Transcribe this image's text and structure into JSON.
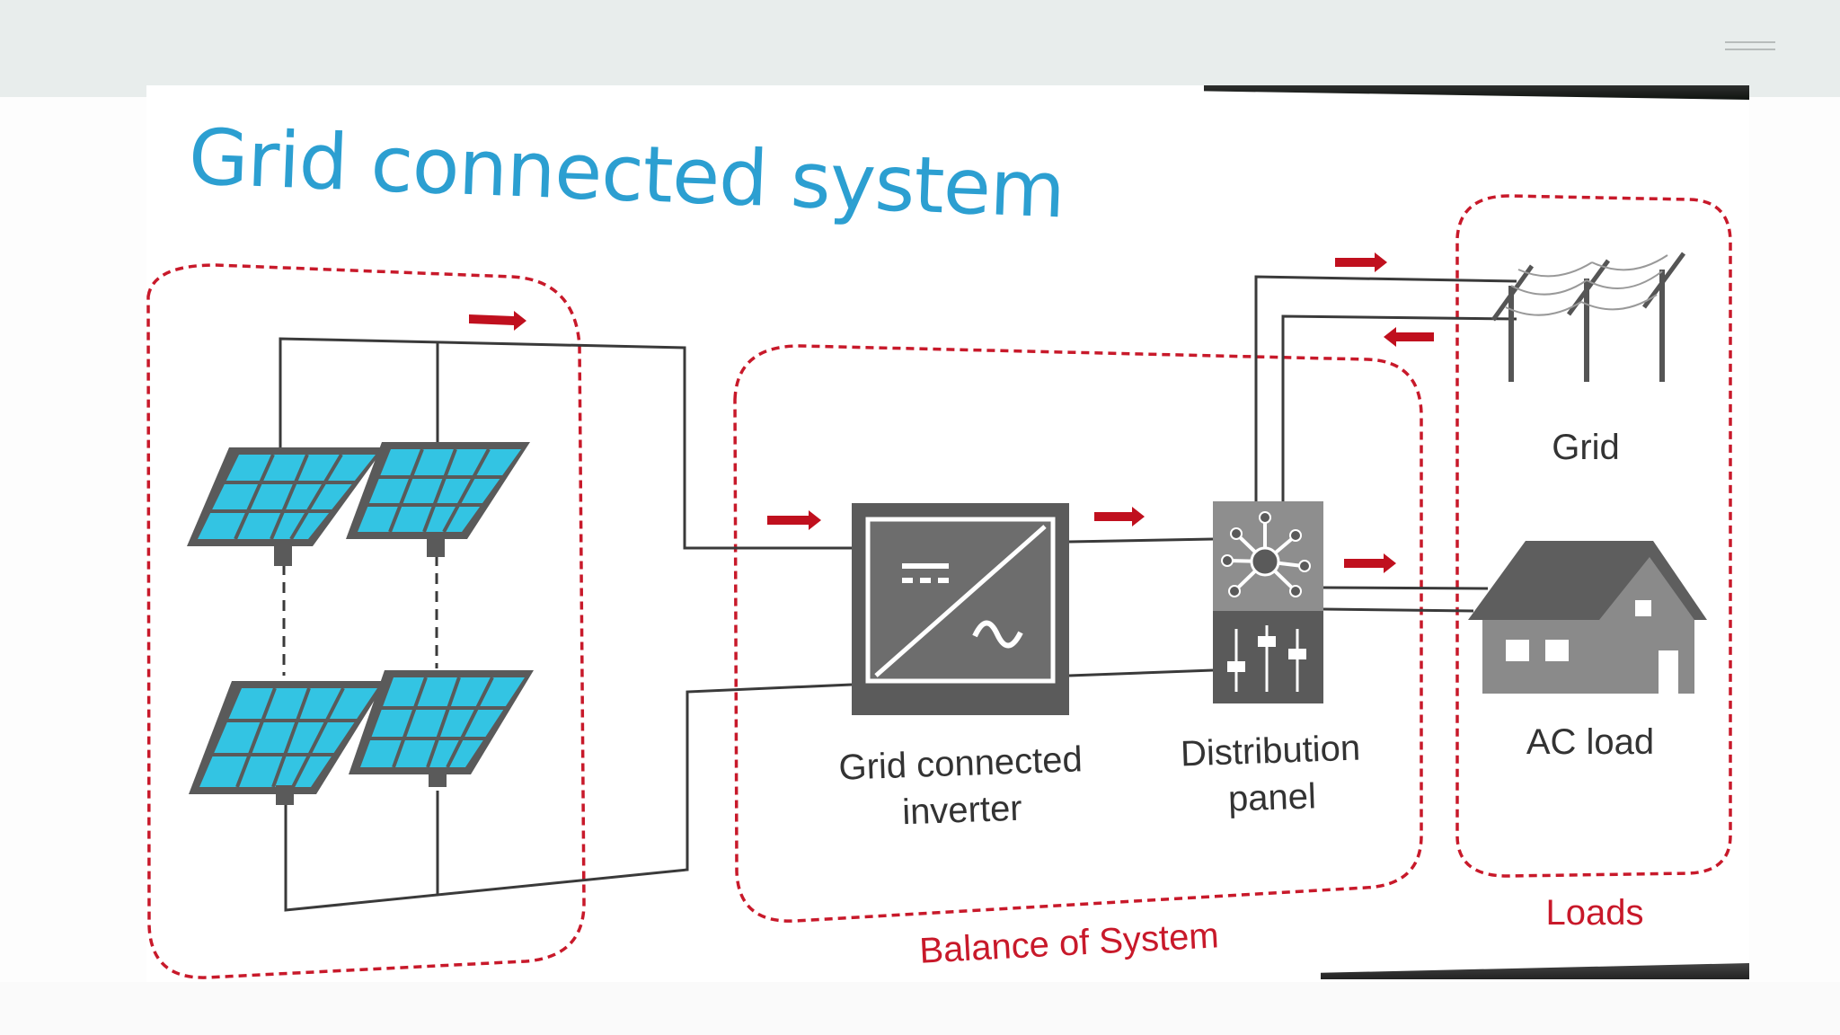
{
  "slide": {
    "title": "Grid connected system"
  },
  "labels": {
    "inverter_line1": "Grid connected",
    "inverter_line2": "inverter",
    "panel_line1": "Distribution",
    "panel_line2": "panel",
    "grid": "Grid",
    "ac_load": "AC load",
    "balance_of_system": "Balance of System",
    "loads": "Loads"
  },
  "colors": {
    "title": "#2c9fd1",
    "dashed_border": "#c8192a",
    "arrow": "#c0101e",
    "solar_cell": "#33c4e3",
    "device_gray": "#5b5b5b",
    "house_gray": "#7a7a7a"
  },
  "icons": [
    "menu-icon",
    "solar-panel-icon",
    "inverter-icon",
    "distribution-panel-icon",
    "power-pylon-icon",
    "house-icon",
    "arrow-right-icon",
    "arrow-left-icon"
  ]
}
